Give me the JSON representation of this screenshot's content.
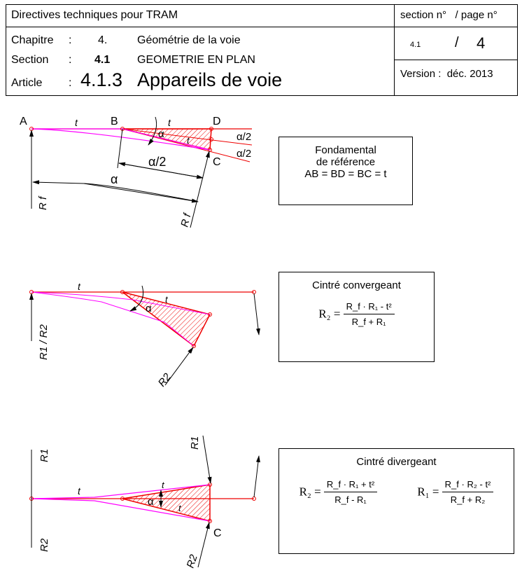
{
  "header": {
    "title": "Directives techniques pour TRAM",
    "section_page_label": "section n°   / page n°",
    "chapitre_label": "Chapitre",
    "chapitre_sep": ":",
    "chapitre_num": "4.",
    "chapitre_title": "Géométrie de la voie",
    "section_label": "Section",
    "section_sep": ":",
    "section_num": "4.1",
    "section_title": "GEOMETRIE EN PLAN",
    "article_label": "Article",
    "article_sep": ":",
    "article_num": "4.1.3",
    "article_title": "Appareils de voie",
    "section_no": "4.1",
    "slash": "/",
    "page_no": "4",
    "version": "Version :  déc. 2013"
  },
  "diagram1": {
    "A": "A",
    "B": "B",
    "C": "C",
    "D": "D",
    "t1": "t",
    "t2": "t",
    "t3": "t",
    "alpha": "α",
    "alpha_half": "α/2",
    "alpha_half_1": "α/2",
    "alpha_half_2": "α/2",
    "alpha_dim": "α",
    "rf1": "R f",
    "rf2": "R f",
    "box_title": "Fondamental",
    "box_line2": "de référence",
    "box_line3": "AB = BD = BC = t"
  },
  "diagram2": {
    "t1": "t",
    "t2": "t",
    "alpha": "α",
    "r12": "R1 / R2",
    "r2": "R2",
    "box_title": "Cintré convergeant",
    "lhs": "R₂ =",
    "num": "R_f · R₁ - t²",
    "den": "R_f + R₁"
  },
  "diagram3": {
    "t1": "t",
    "t2": "t",
    "t3": "t",
    "alpha": "α",
    "C": "C",
    "r1a": "R1",
    "r2a": "R2",
    "r1b": "R1",
    "r2b": "R2",
    "box_title": "Cintré divergeant",
    "lhs1": "R₂ =",
    "num1": "R_f · R₁ + t²",
    "den1": "R_f - R₁",
    "lhs2": "R₁ =",
    "num2": "R_f · R₂ - t²",
    "den2": "R_f + R₂"
  }
}
